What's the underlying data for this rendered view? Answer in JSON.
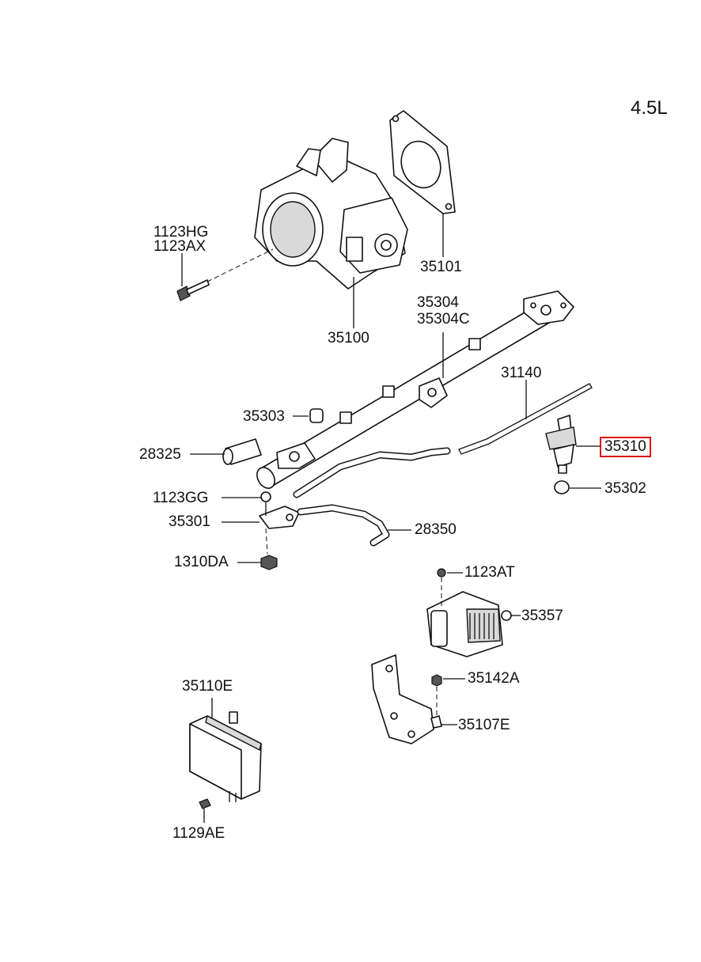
{
  "engine_label": "4.5L",
  "highlight_color": "#e01010",
  "labels": {
    "p1123HG": "1123HG",
    "p1123AX": "1123AX",
    "p35101": "35101",
    "p35100": "35100",
    "p35304": "35304",
    "p35304C": "35304C",
    "p31140": "31140",
    "p35303": "35303",
    "p28325": "28325",
    "p35310": "35310",
    "p35302": "35302",
    "p1123GG": "1123GG",
    "p35301": "35301",
    "p28350": "28350",
    "p1310DA": "1310DA",
    "p1123AT": "1123AT",
    "p35357": "35357",
    "p35142A": "35142A",
    "p35107E": "35107E",
    "p35110E": "35110E",
    "p1129AE": "1129AE"
  }
}
